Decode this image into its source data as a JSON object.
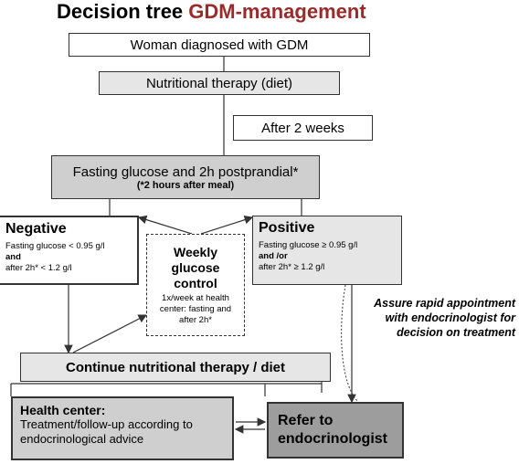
{
  "title": {
    "prefix": "Decision tree ",
    "accent": "GDM-management",
    "accent_color": "#9b2b2b"
  },
  "nodes": {
    "diagnosed": "Woman diagnosed with GDM",
    "nutrition": "Nutritional therapy (diet)",
    "after_two_weeks": "After 2 weeks",
    "fasting_title": "Fasting glucose and 2h postprandial*",
    "fasting_note": "(*2 hours after meal)",
    "negative_title": "Negative",
    "negative_line1": "Fasting glucose < 0.95 g/l",
    "negative_line2": "and",
    "negative_line3": "after 2h* < 1.2 g/l",
    "weekly_title": "Weekly glucose control",
    "weekly_body": "1x/week at health center: fasting and after 2h*",
    "positive_title": "Positive",
    "positive_line1": "Fasting glucose ≥  0.95 g/l",
    "positive_line2": "and /or",
    "positive_line3": "after 2h* ≥ 1.2 g/l",
    "continue": "Continue nutritional therapy / diet",
    "health_center_title": "Health center:",
    "health_center_body": "Treatment/follow-up according to endocrinological advice",
    "refer": "Refer to endocrinologist"
  },
  "annotation": "Assure rapid appointment with endocrinologist for decision on treatment",
  "colors": {
    "box_light": "#e6e6e6",
    "box_mid": "#cfcfcf",
    "box_dark": "#9d9d9d",
    "line": "#333333"
  }
}
